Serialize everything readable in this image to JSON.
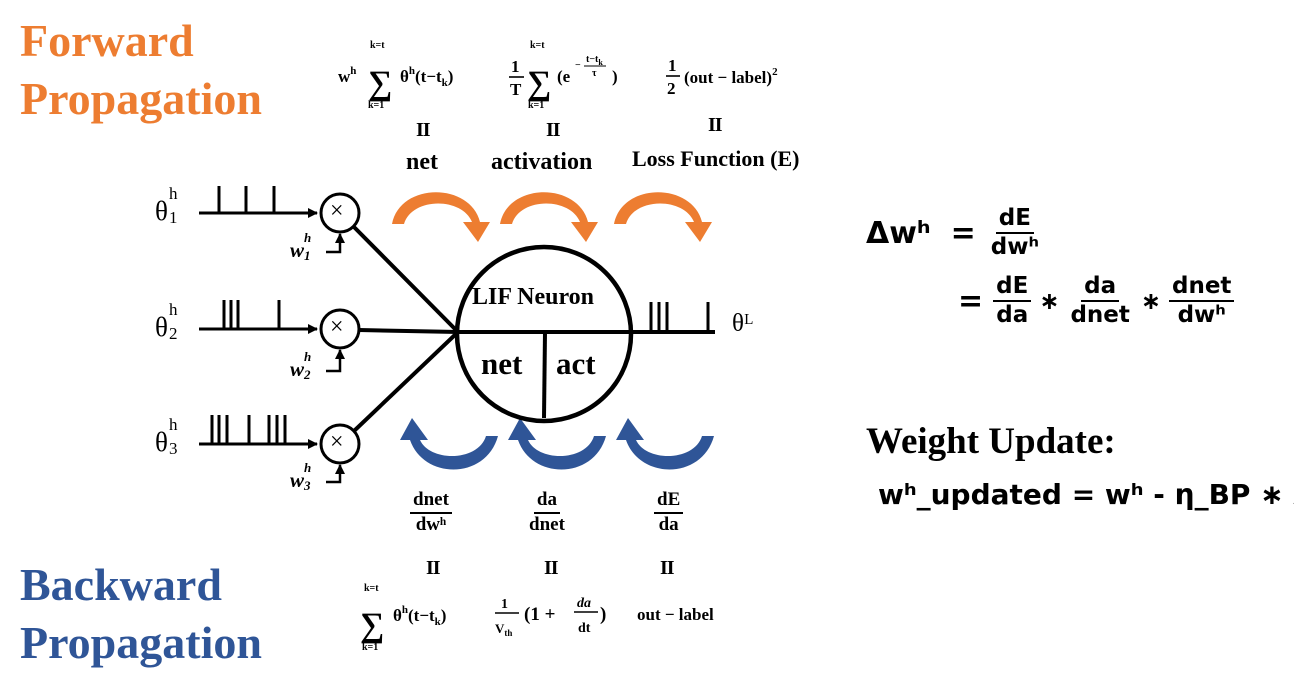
{
  "forward": {
    "line1": "Forward",
    "line2": "Propagation"
  },
  "backward": {
    "line1": "Backward",
    "line2": "Propagation"
  },
  "forward_formulas": {
    "net_expr": "wʰ Σ θʰ(t−tₖ)",
    "activation_expr": "(1/T) Σ (e^−(t−tₖ)/τ)",
    "loss_expr": "(1/2)(out − label)²",
    "sum_upper": "k=t",
    "sum_lower": "k=1",
    "equals_mark": "II",
    "net_label": "net",
    "activation_label": "activation",
    "loss_label": "Loss Function (E)"
  },
  "backward_formulas": {
    "d1_num": "dnet",
    "d1_den": "dwʰ",
    "d2_num": "da",
    "d2_den": "dnet",
    "d3_num": "dE",
    "d3_den": "da",
    "equals_mark": "II",
    "r1_expr": "Σ θʰ(t−tₖ)",
    "r2_expr": "(1/V_th)(1 + da/dt)",
    "r3_expr": "out − label",
    "sum_upper": "k=t",
    "sum_lower": "k=1"
  },
  "neuron": {
    "name": "LIF Neuron",
    "net_label": "net",
    "act_label": "act",
    "output_label": "θᴸ"
  },
  "inputs": [
    {
      "theta": "θ",
      "sup": "h",
      "sub": "1",
      "weight": "w",
      "wsup": "h",
      "wsub": "1",
      "multiply": "×"
    },
    {
      "theta": "θ",
      "sup": "h",
      "sub": "2",
      "weight": "w",
      "wsup": "h",
      "wsub": "2",
      "multiply": "×"
    },
    {
      "theta": "θ",
      "sup": "h",
      "sub": "3",
      "weight": "w",
      "wsup": "h",
      "wsub": "3",
      "multiply": "×"
    }
  ],
  "gradient": {
    "lhs": "Δwʰ",
    "eq": "=",
    "f1_num": "dE",
    "f1_den": "dwʰ",
    "f2_num": "dE",
    "f2_den": "da",
    "f3_num": "da",
    "f3_den": "dnet",
    "f4_num": "dnet",
    "f4_den": "dwʰ",
    "times": "∗"
  },
  "weight_update": {
    "title": "Weight Update:",
    "formula": "wʰ_updated = wʰ - η_BP ∗ Δwʰ"
  },
  "colors": {
    "forward": "#ED7D31",
    "backward": "#2F5597",
    "ink": "#000000"
  }
}
